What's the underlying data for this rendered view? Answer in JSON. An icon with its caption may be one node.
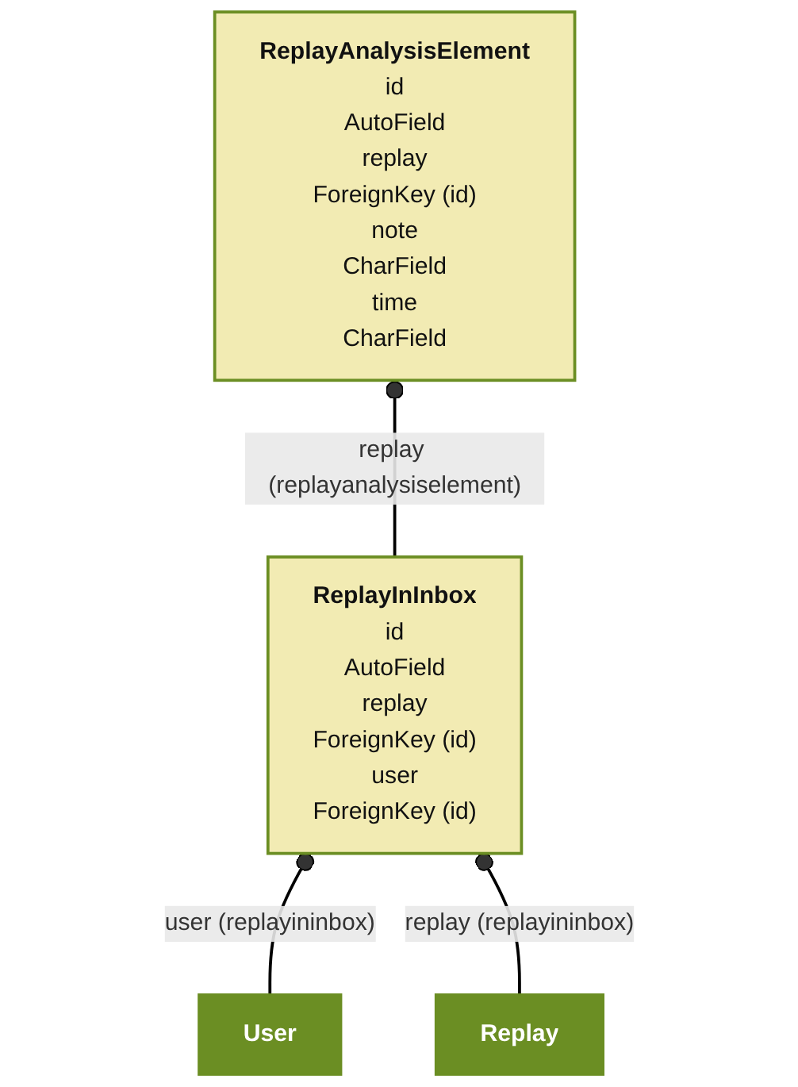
{
  "diagram": {
    "nodes": [
      {
        "text": [
          "ReplayAnalysisElement",
          "id",
          "AutoField",
          "replay",
          "ForeignKey (id)",
          "note",
          "CharField",
          "time",
          "CharField"
        ]
      },
      {
        "text": [
          "ReplayInInbox",
          "id",
          "AutoField",
          "replay",
          "ForeignKey (id)",
          "user",
          "ForeignKey (id)"
        ]
      },
      {
        "text": [
          "User"
        ]
      },
      {
        "text": [
          "Replay"
        ]
      }
    ],
    "edges": [
      {
        "from": 1,
        "to": 0,
        "arrow": "other",
        "label": "replay (replayanalysiselement)"
      },
      {
        "from": 2,
        "to": 1,
        "arrow": "other",
        "label": "user (replayininbox)"
      },
      {
        "from": 3,
        "to": 1,
        "arrow": "other",
        "label": "replay (replayininbox)"
      }
    ]
  }
}
